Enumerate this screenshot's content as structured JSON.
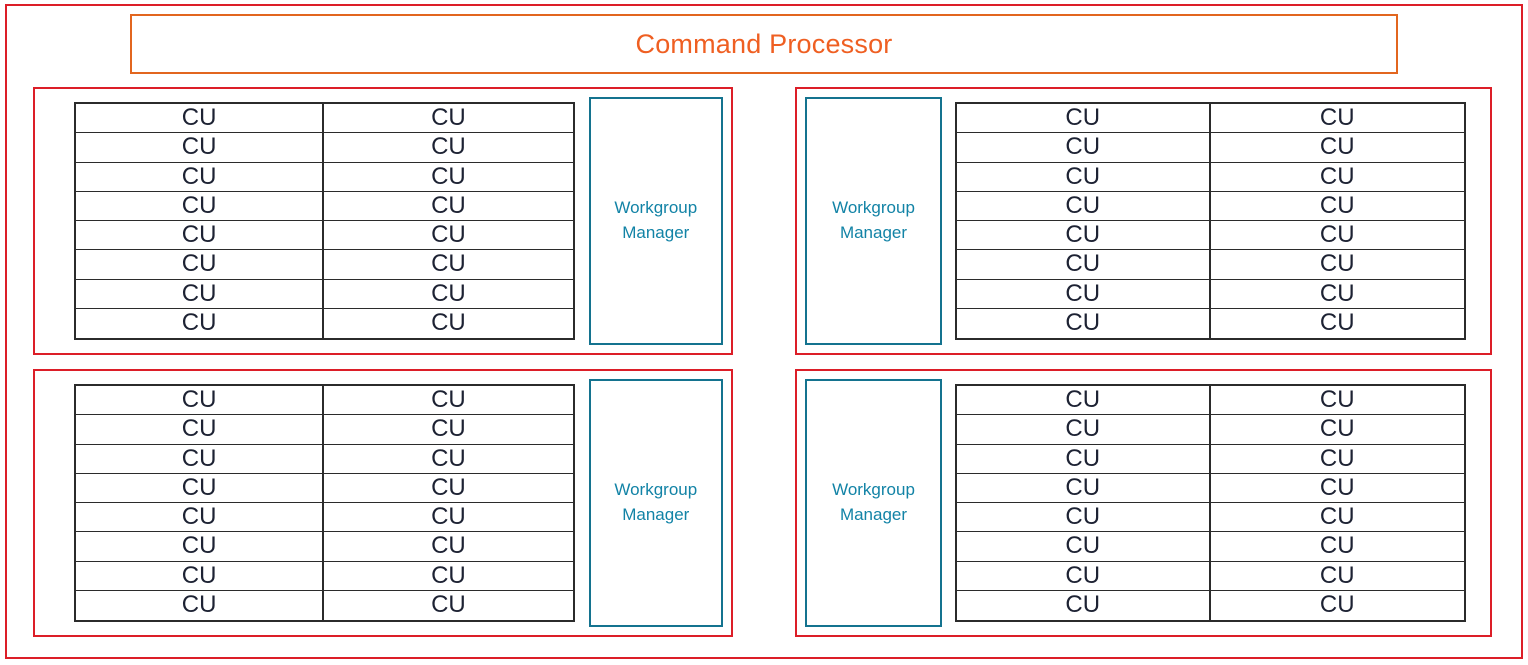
{
  "diagram": {
    "title": "Command Processor",
    "colors": {
      "title_text": "#ef5f22",
      "title_border": "#e2661f",
      "chip_border": "#dc1e28",
      "quadrant_border": "#dc1e28",
      "workgroup_border": "#14738f",
      "workgroup_text": "#1283a6",
      "cu_border": "#2b2b2b",
      "cu_text": "#1d2233",
      "background": "#ffffff"
    },
    "cu_label": "CU",
    "workgroup_manager_label": "Workgroup\nManager",
    "workgroup_manager_line1": "Workgroup",
    "workgroup_manager_line2": "Manager",
    "quadrants": [
      {
        "id": "shader-engine-top-left",
        "manager_position": "right",
        "manager_label_line1": "Workgroup",
        "manager_label_line2": "Manager",
        "cu_rows": 8,
        "cu_columns": 2,
        "cu_cells": [
          "CU",
          "CU",
          "CU",
          "CU",
          "CU",
          "CU",
          "CU",
          "CU",
          "CU",
          "CU",
          "CU",
          "CU",
          "CU",
          "CU",
          "CU",
          "CU"
        ]
      },
      {
        "id": "shader-engine-top-right",
        "manager_position": "left",
        "manager_label_line1": "Workgroup",
        "manager_label_line2": "Manager",
        "cu_rows": 8,
        "cu_columns": 2,
        "cu_cells": [
          "CU",
          "CU",
          "CU",
          "CU",
          "CU",
          "CU",
          "CU",
          "CU",
          "CU",
          "CU",
          "CU",
          "CU",
          "CU",
          "CU",
          "CU",
          "CU"
        ]
      },
      {
        "id": "shader-engine-bottom-left",
        "manager_position": "right",
        "manager_label_line1": "Workgroup",
        "manager_label_line2": "Manager",
        "cu_rows": 8,
        "cu_columns": 2,
        "cu_cells": [
          "CU",
          "CU",
          "CU",
          "CU",
          "CU",
          "CU",
          "CU",
          "CU",
          "CU",
          "CU",
          "CU",
          "CU",
          "CU",
          "CU",
          "CU",
          "CU"
        ]
      },
      {
        "id": "shader-engine-bottom-right",
        "manager_position": "left",
        "manager_label_line1": "Workgroup",
        "manager_label_line2": "Manager",
        "cu_rows": 8,
        "cu_columns": 2,
        "cu_cells": [
          "CU",
          "CU",
          "CU",
          "CU",
          "CU",
          "CU",
          "CU",
          "CU",
          "CU",
          "CU",
          "CU",
          "CU",
          "CU",
          "CU",
          "CU",
          "CU"
        ]
      }
    ]
  }
}
